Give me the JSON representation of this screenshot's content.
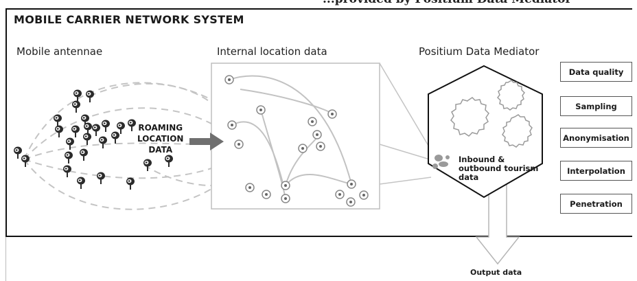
{
  "top_cut_text": "...provided by Positium Data Mediator",
  "system_title": "MOBILE CARRIER NETWORK SYSTEM",
  "sections": {
    "antennae": "Mobile antennae",
    "internal": "Internal location data",
    "mediator": "Positium Data Mediator"
  },
  "roaming_label": [
    "ROAMING",
    "LOCATION",
    "DATA"
  ],
  "tourism_label": [
    "Inbound &",
    "outbound tourism",
    "data"
  ],
  "processing_steps": [
    "Data quality",
    "Sampling",
    "Anonymisation",
    "Interpolation",
    "Penetration"
  ],
  "output_label": "Output data",
  "colors": {
    "border": "#111111",
    "grey_line": "#bdbdbd",
    "arrow": "#6f6f6f",
    "antenna": "#2b2b2b"
  }
}
